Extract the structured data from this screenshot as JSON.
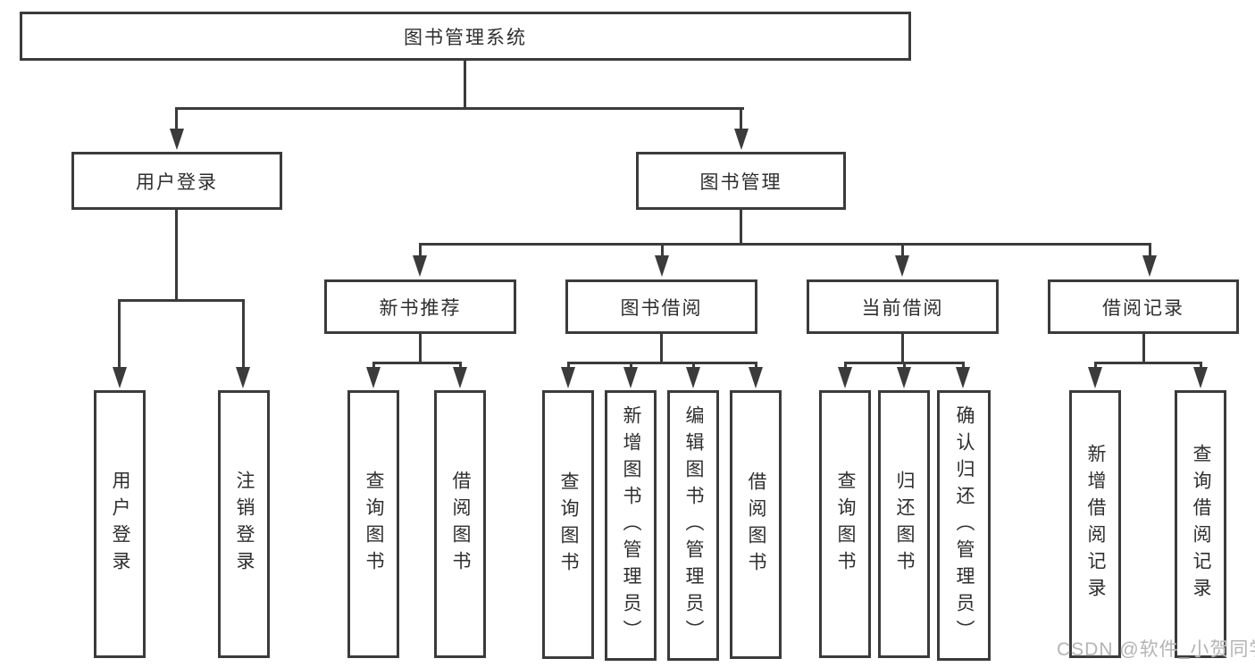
{
  "colors": {
    "line": "#3b3b3b",
    "text": "#2e2e2e",
    "watermark": "#b4b4b4",
    "background": "#ffffff"
  },
  "diagram": {
    "root": "图书管理系统",
    "level2": {
      "user_login": "用户登录",
      "book_mgmt": "图书管理"
    },
    "user_login_children": {
      "login": "用户登录",
      "logout": "注销登录"
    },
    "book_mgmt_children": {
      "new_rec": "新书推荐",
      "borrow": "图书借阅",
      "current": "当前借阅",
      "records": "借阅记录"
    },
    "new_rec_children": {
      "query": "查询图书",
      "borrow": "借阅图书"
    },
    "borrow_children": {
      "query": "查询图书",
      "add": "新增图书（管理员）",
      "edit": "编辑图书（管理员）",
      "borrow": "借阅图书"
    },
    "current_children": {
      "query": "查询图书",
      "return": "归还图书",
      "confirm": "确认归还（管理员）"
    },
    "records_children": {
      "add": "新增借阅记录",
      "query": "查询借阅记录"
    }
  },
  "watermark": "CSDN @软件_小贺同学"
}
